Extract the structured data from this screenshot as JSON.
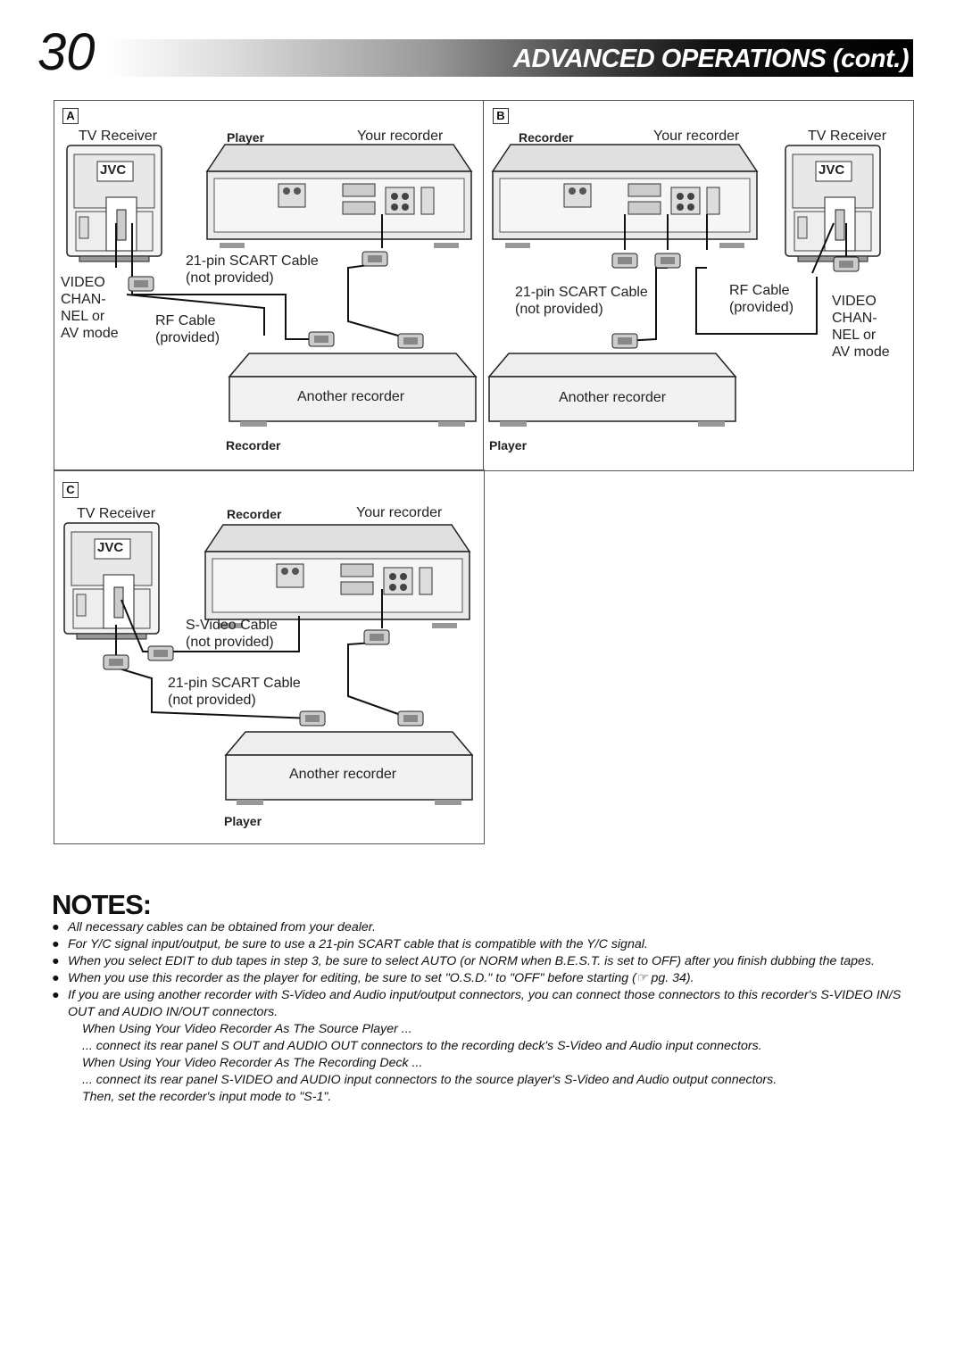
{
  "header": {
    "page_number": "30",
    "title": "ADVANCED OPERATIONS (cont.)"
  },
  "panel_a": {
    "id": "A",
    "tv_receiver": "TV Receiver",
    "role_top": "Player",
    "your_recorder": "Your recorder",
    "scart_cable": "21-pin SCART Cable",
    "scart_note": "(not provided)",
    "rf_cable": "RF Cable",
    "rf_note": "(provided)",
    "video_channel": [
      "VIDEO",
      "CHAN-",
      "NEL or",
      "AV mode"
    ],
    "another_recorder": "Another recorder",
    "role_bottom": "Recorder"
  },
  "panel_b": {
    "id": "B",
    "role_top": "Recorder",
    "your_recorder": "Your recorder",
    "tv_receiver": "TV Receiver",
    "scart_cable": "21-pin SCART Cable",
    "scart_note": "(not provided)",
    "rf_cable": "RF Cable",
    "rf_note": "(provided)",
    "video_channel": [
      "VIDEO",
      "CHAN-",
      "NEL or",
      "AV mode"
    ],
    "another_recorder": "Another recorder",
    "role_bottom": "Player"
  },
  "panel_c": {
    "id": "C",
    "tv_receiver": "TV Receiver",
    "role_top": "Recorder",
    "your_recorder": "Your recorder",
    "svideo_cable": "S-Video Cable",
    "svideo_note": "(not provided)",
    "scart_cable": "21-pin SCART Cable",
    "scart_note": "(not provided)",
    "another_recorder": "Another recorder",
    "role_bottom": "Player"
  },
  "tv_logo": "JVC",
  "notes": {
    "title": "NOTES:",
    "bullet": "●",
    "items": [
      "All necessary cables can be obtained from your dealer.",
      "For Y/C signal input/output, be sure to use a 21-pin SCART cable that is compatible with the Y/C signal.",
      "When you select EDIT to dub tapes in step 3, be sure to select AUTO (or NORM when B.E.S.T. is set to OFF) after you finish dubbing the tapes.",
      "When you use this recorder as the player for editing, be sure to set \"O.S.D.\" to \"OFF\" before starting (☞ pg. 34).",
      "If you are using another recorder with S-Video and Audio input/output connectors, you can connect those connectors to this recorder's S-VIDEO IN/S OUT and AUDIO IN/OUT connectors."
    ],
    "sub_lines": [
      "When Using Your Video Recorder As The Source Player ...",
      "... connect its rear panel S OUT and AUDIO OUT connectors to the recording deck's S-Video and Audio input connectors.",
      "When Using Your Video Recorder As The Recording Deck ...",
      "... connect its rear panel S-VIDEO and AUDIO input connectors to the source player's S-Video and Audio output connectors.",
      "Then, set the recorder's input mode to \"S-1\"."
    ]
  }
}
